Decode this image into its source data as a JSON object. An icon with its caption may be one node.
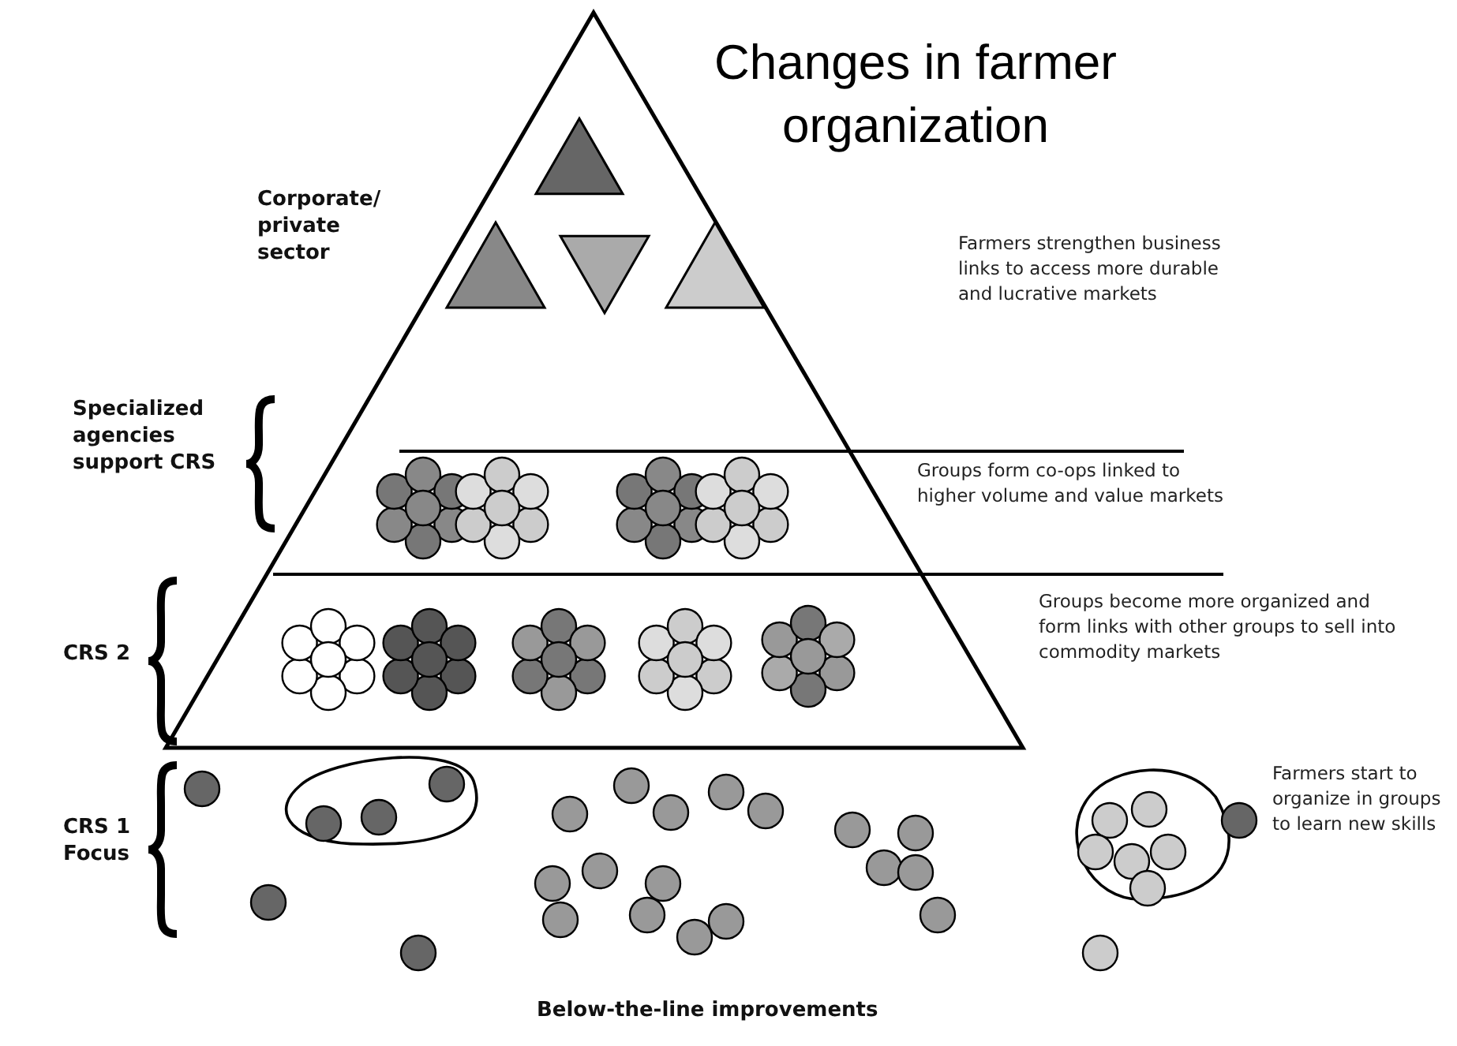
{
  "diagram": {
    "title": "Changes in farmer organization",
    "labels": [
      "Corporate/ private sector",
      "Farmers strengthen business links to access more durable and lucrative markets",
      "Specialized agencies support CRS",
      "Groups form co-ops linked to higher volume and value markets",
      "CRS 2",
      "Groups become more organized and form links with other groups to sell into commodity markets",
      "CRS 1 Focus",
      "Farmers start to organize in groups to learn new skills",
      "Below-the-line improvements"
    ]
  }
}
